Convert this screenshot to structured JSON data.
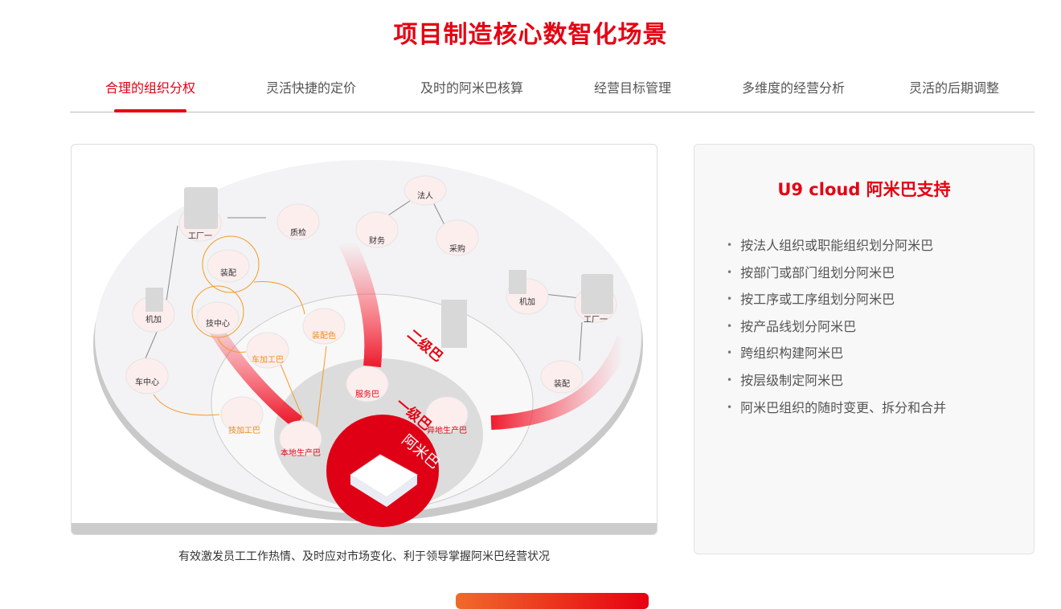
{
  "title": "项目制造核心数智化场景",
  "tabs": [
    "合理的组织分权",
    "灵活快捷的定价",
    "及时的阿米巴核算",
    "经营目标管理",
    "多维度的经营分析",
    "灵活的后期调整"
  ],
  "diagram": {
    "nodes": {
      "factory1": "工厂一",
      "quality": "质检",
      "legal": "法人",
      "finance": "财务",
      "purchase": "采购",
      "assembly": "装配",
      "machining": "机加",
      "tech_center": "技中心",
      "assembly_color": "装配色",
      "car_work": "车加工巴",
      "car_center": "车中心",
      "tech_work": "技加工巴",
      "local_prod": "本地生产巴",
      "service": "服务巴",
      "remote_prod": "异地生产巴",
      "machining2": "机加",
      "factory2": "工厂一",
      "assembly2": "装配"
    },
    "level2": "二级巴",
    "level1": "一级巴",
    "amiba": "阿米巴"
  },
  "caption": "有效激发员工工作热情、及时应对市场变化、利于领导掌握阿米巴经营状况",
  "panel": {
    "title": "U9 cloud 阿米巴支持",
    "items": [
      "按法人组织或职能组织划分阿米巴",
      "按部门或部门组划分阿米巴",
      "按工序或工序组划分阿米巴",
      "按产品线划分阿米巴",
      "跨组织构建阿米巴",
      "按层级制定阿米巴",
      "阿米巴组织的随时变更、拆分和合并"
    ]
  }
}
